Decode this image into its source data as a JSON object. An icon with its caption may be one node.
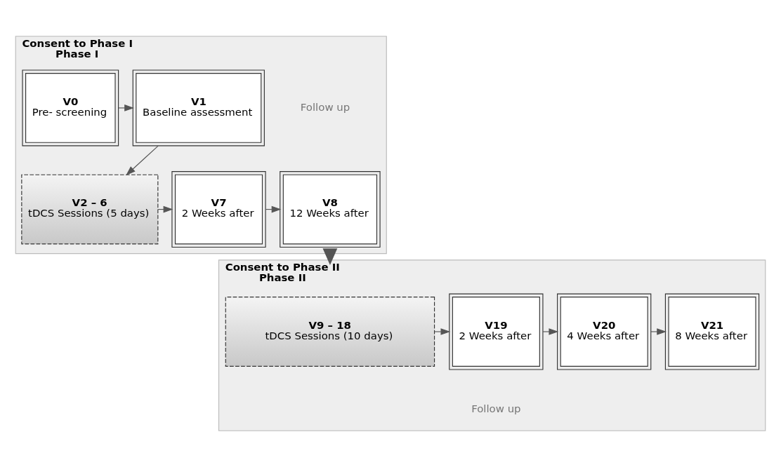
{
  "diagram": {
    "nodes": [
      {
        "text": [
          "Consent to Phase I",
          "Phase I"
        ]
      },
      {
        "text": [
          "V0",
          "Pre- screening"
        ],
        "in": 0
      },
      {
        "text": [
          "V1",
          "Baseline assessment"
        ],
        "in": 0
      },
      {
        "text": [
          "V2 – 6",
          "tDCS Sessions (5 days)"
        ],
        "in": 0
      },
      {
        "text": [
          "V7",
          "2 Weeks after"
        ],
        "in": 0
      },
      {
        "text": [
          "V8",
          "12 Weeks after"
        ],
        "in": 0
      },
      {
        "text": [
          "Consent to Phase II",
          "Phase II"
        ]
      },
      {
        "text": [
          "V9 – 18",
          "tDCS Sessions (10 days)"
        ],
        "in": 6
      },
      {
        "text": [
          "V19",
          "2 Weeks after"
        ],
        "in": 6
      },
      {
        "text": [
          "V20",
          "4 Weeks after"
        ],
        "in": 6
      },
      {
        "text": [
          "V21",
          "8 Weeks after"
        ],
        "in": 6
      }
    ],
    "edges": [
      {
        "from": 1,
        "to": 2,
        "arrow": "to"
      },
      {
        "from": 2,
        "to": 3,
        "arrow": "to"
      },
      {
        "from": 3,
        "to": 4,
        "arrow": "to"
      },
      {
        "from": 4,
        "to": 5,
        "arrow": "to"
      },
      {
        "from": 0,
        "to": 6,
        "arrow": "to",
        "style": "thick"
      },
      {
        "from": 7,
        "to": 8,
        "arrow": "to"
      },
      {
        "from": 8,
        "to": 9,
        "arrow": "to"
      },
      {
        "from": 9,
        "to": 10,
        "arrow": "to"
      }
    ],
    "labels": [
      "Follow up",
      "Follow up"
    ]
  }
}
